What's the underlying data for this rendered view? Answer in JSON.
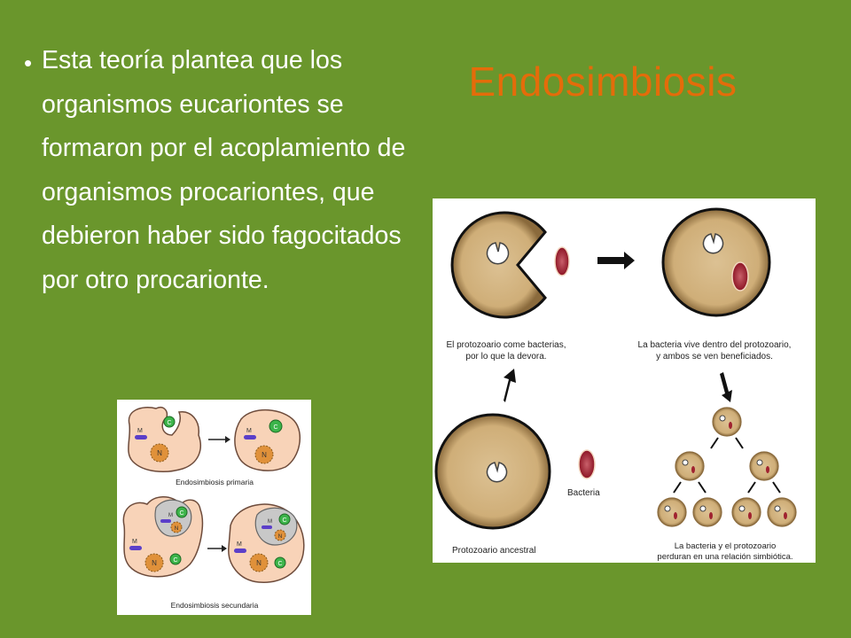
{
  "slide": {
    "title": "Endosimbiosis",
    "bullet": "Esta teoría plantea que los organismos eucariontes se formaron por el acoplamiento de organismos procariontes, que debieron haber sido fagocitados por otro procarionte."
  },
  "figure_left": {
    "caption_primary": "Endosimbiosis primaria",
    "caption_secondary": "Endosimbiosis secundaria",
    "label_m": "M",
    "label_c": "C",
    "label_n": "N"
  },
  "figure_right": {
    "caption_eat_1": "El protozoario come bacterias,",
    "caption_eat_2": "por lo que la devora.",
    "caption_live_1": "La bacteria vive dentro del protozoario,",
    "caption_live_2": "y ambos se ven beneficiados.",
    "label_bacteria": "Bacteria",
    "label_ancestral": "Protozoario ancestral",
    "caption_final_1": "La bacteria y el protozoario",
    "caption_final_2": "perduran en una relación simbiótica."
  },
  "colors": {
    "background": "#6a962c",
    "title": "#e46c0a",
    "text": "#ffffff",
    "cell_fill": "#d8bb8a",
    "cell_rim": "#111111",
    "bacteria": "#a02230",
    "figure_cell": "#f8d3b8",
    "chloroplast": "#3cb44a",
    "nucleus": "#e0913a",
    "mitochondria": "#5b3fc9"
  }
}
